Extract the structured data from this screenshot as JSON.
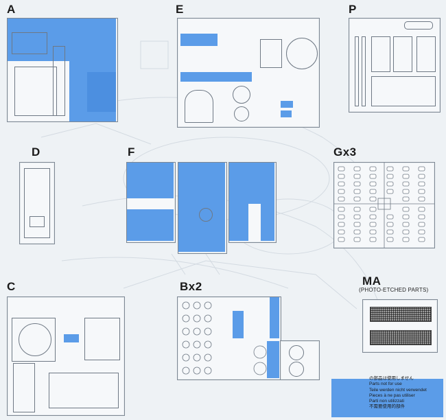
{
  "sprues": {
    "A": {
      "label": "A"
    },
    "E": {
      "label": "E"
    },
    "P": {
      "label": "P"
    },
    "D": {
      "label": "D"
    },
    "F": {
      "label": "F"
    },
    "G": {
      "label": "Gx3"
    },
    "C": {
      "label": "C"
    },
    "B": {
      "label": "Bx2"
    },
    "MA": {
      "label": "MA",
      "sublabel": "(PHOTO-ETCHED PARTS)"
    }
  },
  "legend": {
    "color": "#5b9ce8",
    "lines": [
      "の部品は使用しません",
      "Parts not for use",
      "Teile werden nicht verwendet",
      "Pieces à ne pas utiliser",
      "Parti non utilizzati",
      "不需要使用的部件"
    ]
  }
}
